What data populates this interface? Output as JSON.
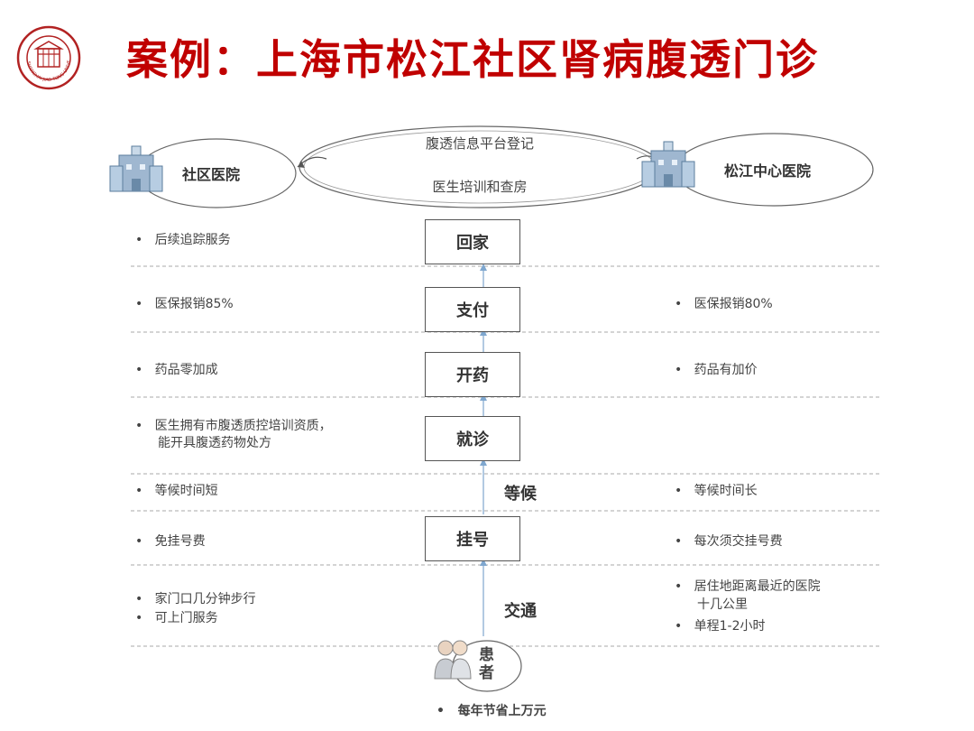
{
  "title": "案例：上海市松江社区肾病腹透门诊",
  "logo": {
    "text": "SHANGHAI JIAO TONG UNIVERSITY"
  },
  "header": {
    "left_hospital": "社区医院",
    "right_hospital": "松江中心医院",
    "platform_line1": "腹透信息平台登记",
    "platform_line2": "医生培训和查房"
  },
  "steps": [
    {
      "label": "回家",
      "boxed": true
    },
    {
      "label": "支付",
      "boxed": true
    },
    {
      "label": "开药",
      "boxed": true
    },
    {
      "label": "就诊",
      "boxed": true
    },
    {
      "label": "等候",
      "boxed": false
    },
    {
      "label": "挂号",
      "boxed": true
    },
    {
      "label": "交通",
      "boxed": false
    }
  ],
  "left": {
    "home": "后续追踪服务",
    "pay": "医保报销85%",
    "drug": "药品零加成",
    "visit_1": "医生拥有市腹透质控培训资质，",
    "visit_2": "能开具腹透药物处方",
    "wait": "等候时间短",
    "register": "免挂号费",
    "transport_1": "家门口几分钟步行",
    "transport_2": "可上门服务"
  },
  "right": {
    "pay": "医保报销80%",
    "drug": "药品有加价",
    "wait": "等候时间长",
    "register": "每次须交挂号费",
    "transport_1": "居住地距离最近的医院",
    "transport_1b": "十几公里",
    "transport_2": "单程1-2小时"
  },
  "patient": {
    "label_1": "患",
    "label_2": "者"
  },
  "footer": "每年节省上万元"
}
